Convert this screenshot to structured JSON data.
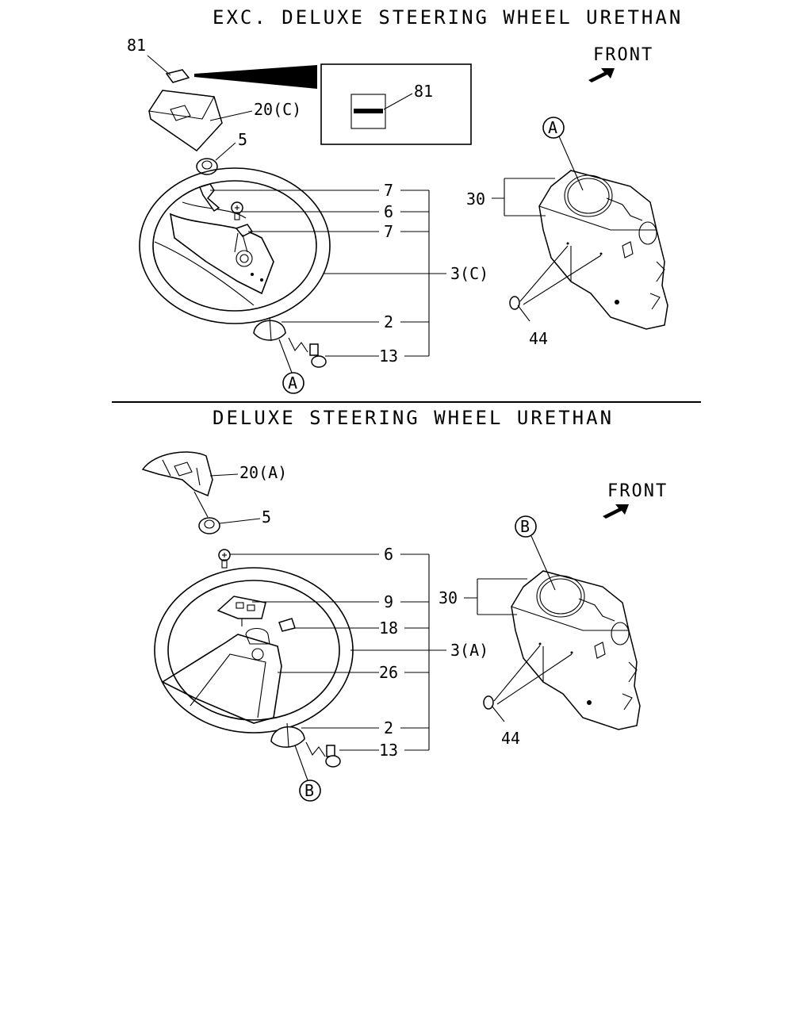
{
  "top_section": {
    "title": "EXC. DELUXE STEERING WHEEL URETHAN",
    "front": "FRONT",
    "labels": {
      "p81_emblem": "81",
      "p81_detail": "81",
      "p20": "20(C)",
      "p5": "5",
      "p7_a": "7",
      "p6": "6",
      "p7_b": "7",
      "p3": "3(C)",
      "p2": "2",
      "p13": "13",
      "p30": "30",
      "p44": "44",
      "ref_wheel": "A",
      "ref_cover": "A"
    }
  },
  "bottom_section": {
    "title": "DELUXE STEERING WHEEL URETHAN",
    "front": "FRONT",
    "labels": {
      "p20": "20(A)",
      "p5": "5",
      "p6": "6",
      "p9": "9",
      "p18": "18",
      "p3": "3(A)",
      "p26": "26",
      "p2": "2",
      "p13": "13",
      "p30": "30",
      "p44": "44",
      "ref_wheel": "B",
      "ref_cover": "B"
    }
  }
}
